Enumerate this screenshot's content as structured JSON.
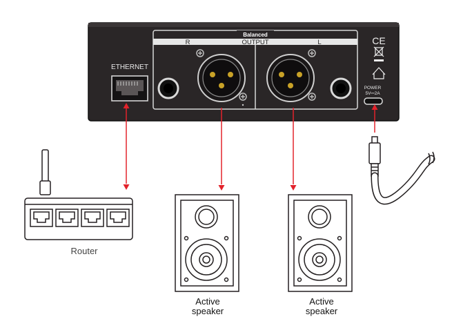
{
  "panel": {
    "balanced_label": "Balanced",
    "output_label": "OUTPUT",
    "channel_r": "R",
    "channel_l": "L",
    "ethernet_label": "ETHERNET",
    "power_label": "POWER",
    "power_rating": "5V⎓2A",
    "ce_mark": "CE"
  },
  "devices": {
    "router_label": "Router",
    "speaker_left": [
      "Active",
      "speaker"
    ],
    "speaker_right": [
      "Active",
      "speaker"
    ]
  },
  "colors": {
    "panel": "#231f20",
    "arrow": "#e2222b",
    "outline": "#231f20",
    "connector_gold": "#c9a227"
  }
}
